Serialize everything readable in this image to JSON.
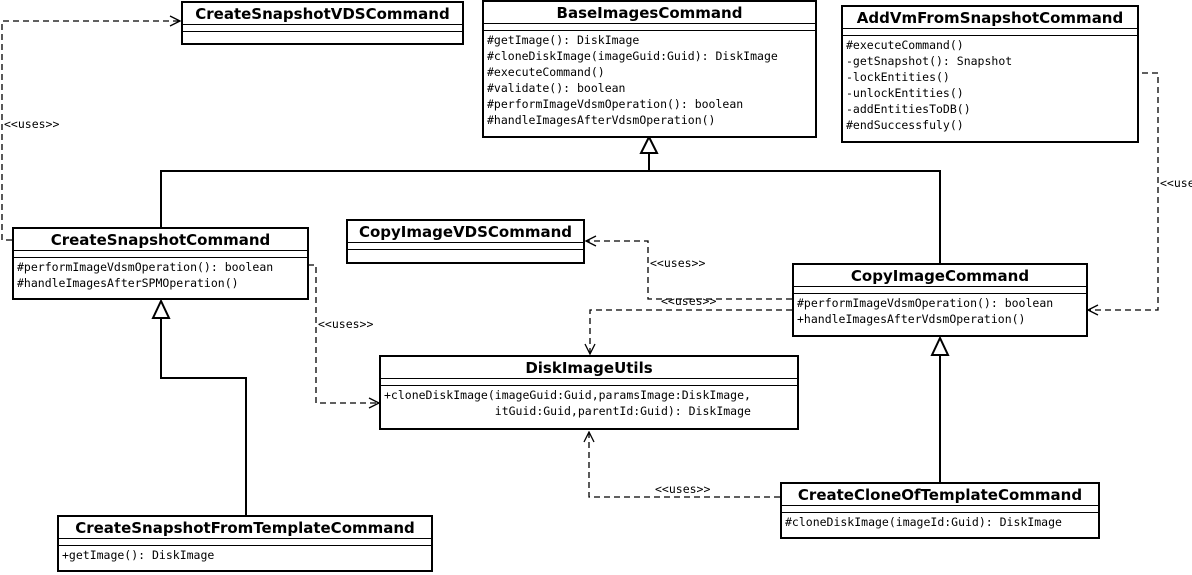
{
  "stereotype": "<<uses>>",
  "classes": {
    "createSnapshotVDS": {
      "name": "CreateSnapshotVDSCommand"
    },
    "baseImages": {
      "name": "BaseImagesCommand",
      "methods": "#getImage(): DiskImage\n#cloneDiskImage(imageGuid:Guid): DiskImage\n#executeCommand()\n#validate(): boolean\n#performImageVdsmOperation(): boolean\n#handleImagesAfterVdsmOperation()"
    },
    "addVmFromSnapshot": {
      "name": "AddVmFromSnapshotCommand",
      "methods": "#executeCommand()\n-getSnapshot(): Snapshot\n-lockEntities()\n-unlockEntities()\n-addEntitiesToDB()\n#endSuccessfuly()"
    },
    "createSnapshot": {
      "name": "CreateSnapshotCommand",
      "methods": "#performImageVdsmOperation(): boolean\n#handleImagesAfterSPMOperation()"
    },
    "copyImageVDS": {
      "name": "CopyImageVDSCommand"
    },
    "copyImage": {
      "name": "CopyImageCommand",
      "methods": "#performImageVdsmOperation(): boolean\n+handleImagesAfterVdsmOperation()"
    },
    "diskImageUtils": {
      "name": "DiskImageUtils",
      "methods": "+cloneDiskImage(imageGuid:Guid,paramsImage:DiskImage,\n                itGuid:Guid,parentId:Guid): DiskImage"
    },
    "createSnapshotFromTemplate": {
      "name": "CreateSnapshotFromTemplateCommand",
      "methods": "+getImage(): DiskImage"
    },
    "createCloneOfTemplate": {
      "name": "CreateCloneOfTemplateCommand",
      "methods": "#cloneDiskImage(imageId:Guid): DiskImage"
    }
  }
}
